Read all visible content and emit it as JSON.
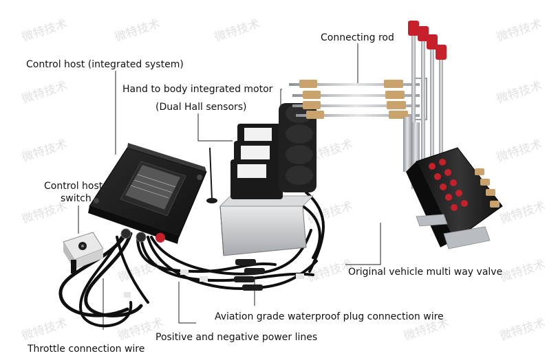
{
  "watermark": "微特技术",
  "labels": {
    "control_host": "Control host (integrated system)",
    "motor": "Hand to body integrated motor",
    "hall": "(Dual Hall sensors)",
    "connecting_rod": "Connecting rod",
    "switch_line1": "Control host",
    "switch_line2": "switch",
    "valve": "Original vehicle multi way valve",
    "aviation": "Aviation grade waterproof plug connection wire",
    "power": "Positive and negative power lines",
    "throttle": "Throttle connection wire"
  },
  "colors": {
    "knob_red": "#c8202a",
    "host_black": "#1c1c1c",
    "metal": "#b9bcc0"
  }
}
